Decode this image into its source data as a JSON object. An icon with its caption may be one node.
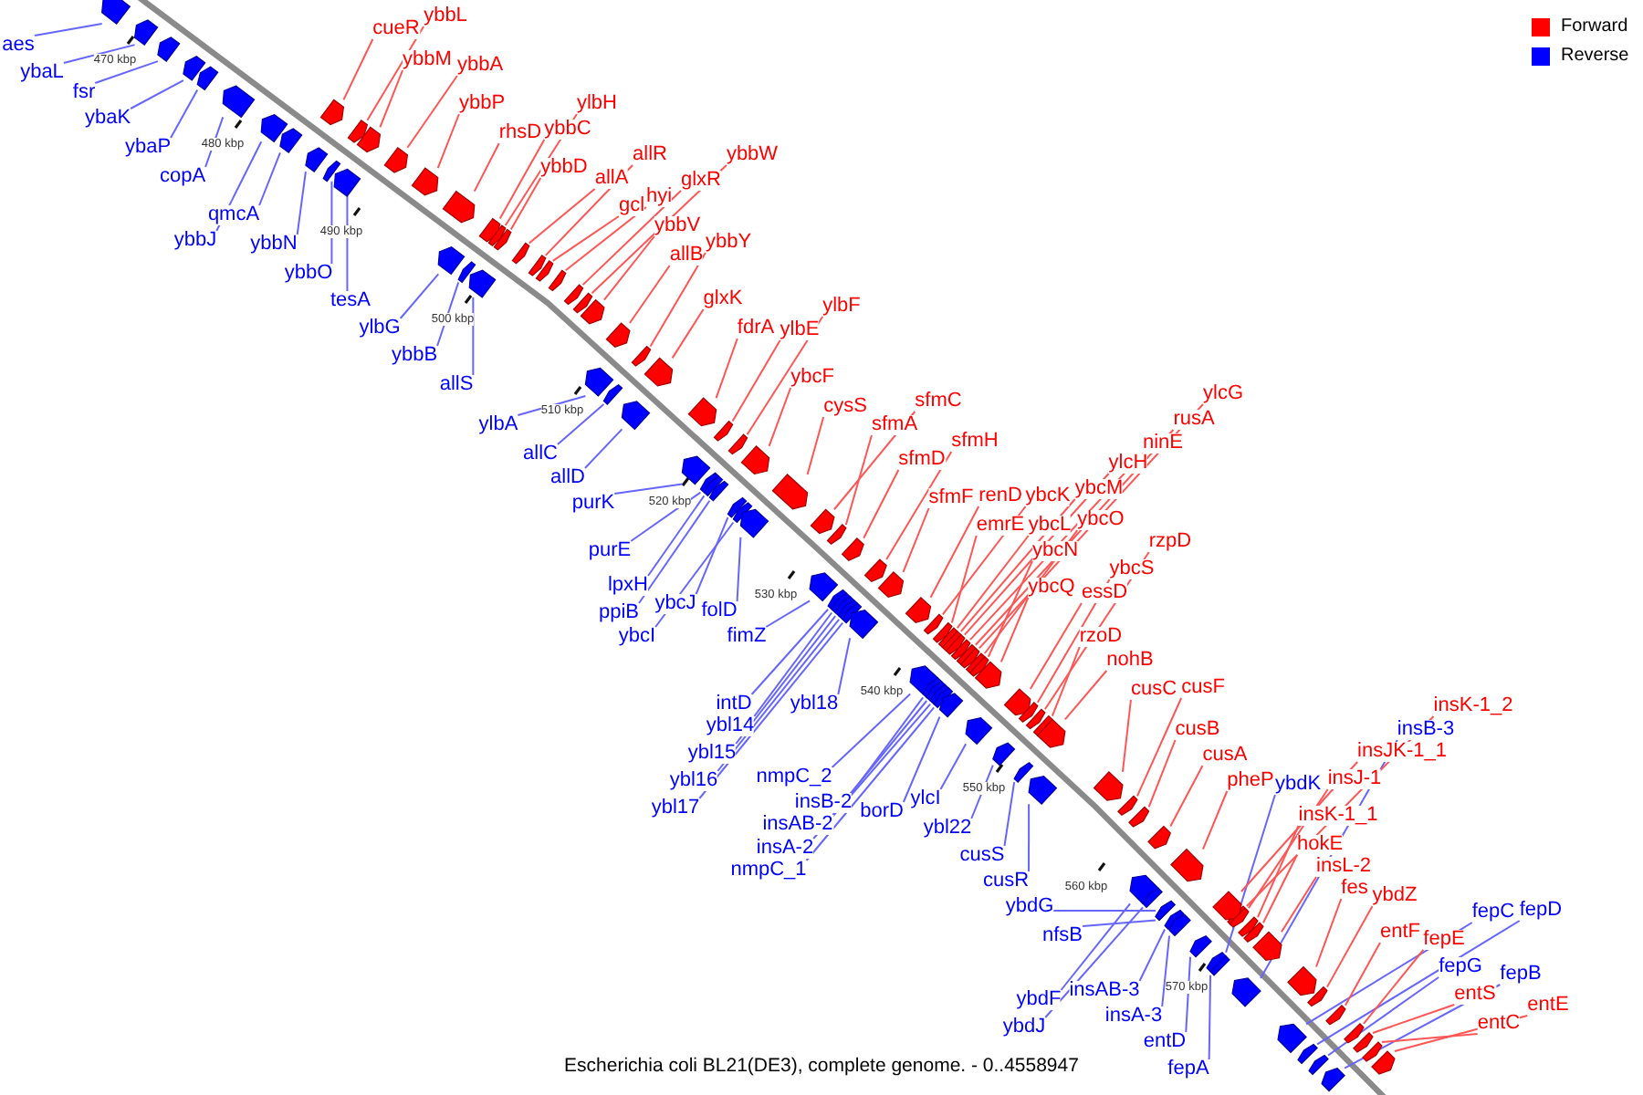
{
  "diagram": {
    "caption": "Escherichia coli BL21(DE3), complete genome. - 0..4558947",
    "nodes": [
      {
        "text": [
          "aes"
        ]
      },
      {
        "text": [
          "ybaL"
        ]
      },
      {
        "text": [
          "fsr"
        ]
      },
      {
        "text": [
          "ybaK"
        ]
      },
      {
        "text": [
          "ybaP"
        ]
      },
      {
        "text": [
          "copA"
        ]
      },
      {
        "text": [
          "qmcA"
        ]
      },
      {
        "text": [
          "ybbJ"
        ]
      },
      {
        "text": [
          "ybbN"
        ]
      },
      {
        "text": [
          "ybbO"
        ]
      },
      {
        "text": [
          "tesA"
        ]
      },
      {
        "text": [
          "ylbG"
        ]
      },
      {
        "text": [
          "ybbB"
        ]
      },
      {
        "text": [
          "allS"
        ]
      },
      {
        "text": [
          "ylbA"
        ]
      },
      {
        "text": [
          "allC"
        ]
      },
      {
        "text": [
          "allD"
        ]
      },
      {
        "text": [
          "purK"
        ]
      },
      {
        "text": [
          "purE"
        ]
      },
      {
        "text": [
          "lpxH"
        ]
      },
      {
        "text": [
          "ppiB"
        ]
      },
      {
        "text": [
          "ybcJ"
        ]
      },
      {
        "text": [
          "ybcI"
        ]
      },
      {
        "text": [
          "folD"
        ]
      },
      {
        "text": [
          "fimZ"
        ]
      },
      {
        "text": [
          "intD"
        ]
      },
      {
        "text": [
          "ybl14"
        ]
      },
      {
        "text": [
          "ybl15"
        ]
      },
      {
        "text": [
          "ybl16"
        ]
      },
      {
        "text": [
          "ybl17"
        ]
      },
      {
        "text": [
          "ybl18"
        ]
      },
      {
        "text": [
          "nmpC_2"
        ]
      },
      {
        "text": [
          "insB-2"
        ]
      },
      {
        "text": [
          "insAB-2"
        ]
      },
      {
        "text": [
          "insA-2"
        ]
      },
      {
        "text": [
          "nmpC_1"
        ]
      },
      {
        "text": [
          "borD"
        ]
      },
      {
        "text": [
          "ylcI"
        ]
      },
      {
        "text": [
          "ybl22"
        ]
      },
      {
        "text": [
          "cusS"
        ]
      },
      {
        "text": [
          "cusR"
        ]
      },
      {
        "text": [
          "ybdG"
        ]
      },
      {
        "text": [
          "nfsB"
        ]
      },
      {
        "text": [
          "ybdF"
        ]
      },
      {
        "text": [
          "ybdJ"
        ]
      },
      {
        "text": [
          "insAB-3"
        ]
      },
      {
        "text": [
          "insA-3"
        ]
      },
      {
        "text": [
          "entD"
        ]
      },
      {
        "text": [
          "fepA"
        ]
      },
      {
        "text": [
          "ybdK"
        ]
      },
      {
        "text": [
          "insB-3"
        ]
      },
      {
        "text": [
          "fepC"
        ]
      },
      {
        "text": [
          "fepD"
        ]
      },
      {
        "text": [
          "fepG"
        ]
      },
      {
        "text": [
          "fepB"
        ]
      },
      {
        "text": [
          "cueR"
        ]
      },
      {
        "text": [
          "ybbL"
        ]
      },
      {
        "text": [
          "ybbM"
        ]
      },
      {
        "text": [
          "ybbA"
        ]
      },
      {
        "text": [
          "ybbP"
        ]
      },
      {
        "text": [
          "rhsD"
        ]
      },
      {
        "text": [
          "ybbC"
        ]
      },
      {
        "text": [
          "ylbH"
        ]
      },
      {
        "text": [
          "ybbD"
        ]
      },
      {
        "text": [
          "allA"
        ]
      },
      {
        "text": [
          "allR"
        ]
      },
      {
        "text": [
          "gcl"
        ]
      },
      {
        "text": [
          "hyi"
        ]
      },
      {
        "text": [
          "glxR"
        ]
      },
      {
        "text": [
          "ybbW"
        ]
      },
      {
        "text": [
          "ybbV"
        ]
      },
      {
        "text": [
          "allB"
        ]
      },
      {
        "text": [
          "ybbY"
        ]
      },
      {
        "text": [
          "glxK"
        ]
      },
      {
        "text": [
          "fdrA"
        ]
      },
      {
        "text": [
          "ylbE"
        ]
      },
      {
        "text": [
          "ylbF"
        ]
      },
      {
        "text": [
          "ybcF"
        ]
      },
      {
        "text": [
          "cysS"
        ]
      },
      {
        "text": [
          "sfmC"
        ]
      },
      {
        "text": [
          "sfmA"
        ]
      },
      {
        "text": [
          "sfmD"
        ]
      },
      {
        "text": [
          "sfmH"
        ]
      },
      {
        "text": [
          "sfmF"
        ]
      },
      {
        "text": [
          "renD"
        ]
      },
      {
        "text": [
          "ybcK"
        ]
      },
      {
        "text": [
          "emrE"
        ]
      },
      {
        "text": [
          "ybcL"
        ]
      },
      {
        "text": [
          "ybcM"
        ]
      },
      {
        "text": [
          "ylcH"
        ]
      },
      {
        "text": [
          "ninE"
        ]
      },
      {
        "text": [
          "rusA"
        ]
      },
      {
        "text": [
          "ylcG"
        ]
      },
      {
        "text": [
          "ybcO"
        ]
      },
      {
        "text": [
          "ybcN"
        ]
      },
      {
        "text": [
          "ybcQ"
        ]
      },
      {
        "text": [
          "essD"
        ]
      },
      {
        "text": [
          "ybcS"
        ]
      },
      {
        "text": [
          "rzpD"
        ]
      },
      {
        "text": [
          "rzoD"
        ]
      },
      {
        "text": [
          "nohB"
        ]
      },
      {
        "text": [
          "cusC"
        ]
      },
      {
        "text": [
          "cusF"
        ]
      },
      {
        "text": [
          "cusB"
        ]
      },
      {
        "text": [
          "cusA"
        ]
      },
      {
        "text": [
          "pheP"
        ]
      },
      {
        "text": [
          "insK-1_2"
        ]
      },
      {
        "text": [
          "insJK-1_1"
        ]
      },
      {
        "text": [
          "insJ-1"
        ]
      },
      {
        "text": [
          "insK-1_1"
        ]
      },
      {
        "text": [
          "hokE"
        ]
      },
      {
        "text": [
          "insL-2"
        ]
      },
      {
        "text": [
          "fes"
        ]
      },
      {
        "text": [
          "ybdZ"
        ]
      },
      {
        "text": [
          "entF"
        ]
      },
      {
        "text": [
          "fepE"
        ]
      },
      {
        "text": [
          "entS"
        ]
      },
      {
        "text": [
          "entC"
        ]
      },
      {
        "text": [
          "entE"
        ]
      },
      {
        "text": [],
        "shape": "arrow"
      },
      {
        "text": [],
        "shape": "arrow"
      },
      {
        "text": [],
        "shape": "arrow"
      },
      {
        "text": [],
        "shape": "arrow"
      },
      {
        "text": [],
        "shape": "arrow"
      },
      {
        "text": [],
        "shape": "arrow"
      },
      {
        "text": [],
        "shape": "arrow"
      },
      {
        "text": [],
        "shape": "arrow"
      },
      {
        "text": [],
        "shape": "arrow"
      },
      {
        "text": [],
        "shape": "arrow"
      },
      {
        "text": [],
        "shape": "arrow"
      },
      {
        "text": [],
        "shape": "arrow"
      },
      {
        "text": [],
        "shape": "arrow"
      },
      {
        "text": [],
        "shape": "arrow"
      },
      {
        "text": [],
        "shape": "arrow"
      },
      {
        "text": [],
        "shape": "arrow"
      },
      {
        "text": [],
        "shape": "arrow"
      },
      {
        "text": [],
        "shape": "arrow"
      },
      {
        "text": [],
        "shape": "arrow"
      },
      {
        "text": [],
        "shape": "arrow"
      },
      {
        "text": [],
        "shape": "arrow"
      },
      {
        "text": [],
        "shape": "arrow"
      },
      {
        "text": [],
        "shape": "arrow"
      },
      {
        "text": [],
        "shape": "arrow"
      },
      {
        "text": [],
        "shape": "arrow"
      },
      {
        "text": [],
        "shape": "arrow"
      },
      {
        "text": [],
        "shape": "arrow"
      },
      {
        "text": [],
        "shape": "arrow"
      },
      {
        "text": [],
        "shape": "arrow"
      },
      {
        "text": [],
        "shape": "arrow"
      },
      {
        "text": [],
        "shape": "arrow"
      },
      {
        "text": [],
        "shape": "arrow"
      },
      {
        "text": [],
        "shape": "arrow"
      },
      {
        "text": [],
        "shape": "arrow"
      },
      {
        "text": [],
        "shape": "arrow"
      },
      {
        "text": [],
        "shape": "arrow"
      },
      {
        "text": [],
        "shape": "arrow"
      },
      {
        "text": [],
        "shape": "arrow"
      },
      {
        "text": [],
        "shape": "arrow"
      },
      {
        "text": [],
        "shape": "arrow"
      },
      {
        "text": [],
        "shape": "arrow"
      },
      {
        "text": [],
        "shape": "arrow"
      },
      {
        "text": [],
        "shape": "arrow"
      },
      {
        "text": [],
        "shape": "arrow"
      },
      {
        "text": [],
        "shape": "arrow"
      },
      {
        "text": [],
        "shape": "arrow"
      },
      {
        "text": [],
        "shape": "arrow"
      },
      {
        "text": [],
        "shape": "arrow"
      },
      {
        "text": [],
        "shape": "arrow"
      },
      {
        "text": [],
        "shape": "arrow"
      },
      {
        "text": [],
        "shape": "arrow"
      },
      {
        "text": [],
        "shape": "arrow"
      },
      {
        "text": [],
        "shape": "arrow"
      },
      {
        "text": [],
        "shape": "arrow"
      },
      {
        "text": [],
        "shape": "arrow"
      },
      {
        "text": [],
        "shape": "arrow"
      },
      {
        "text": [],
        "shape": "arrow"
      },
      {
        "text": [],
        "shape": "arrow"
      },
      {
        "text": [],
        "shape": "arrow"
      },
      {
        "text": [],
        "shape": "arrow"
      },
      {
        "text": [],
        "shape": "arrow"
      },
      {
        "text": [],
        "shape": "arrow"
      },
      {
        "text": [],
        "shape": "arrow"
      },
      {
        "text": [],
        "shape": "arrow"
      },
      {
        "text": [],
        "shape": "arrow"
      },
      {
        "text": [],
        "shape": "arrow"
      },
      {
        "text": [],
        "shape": "arrow"
      },
      {
        "text": [],
        "shape": "arrow"
      },
      {
        "text": [],
        "shape": "arrow"
      },
      {
        "text": [],
        "shape": "arrow"
      },
      {
        "text": [],
        "shape": "arrow"
      },
      {
        "text": [],
        "shape": "arrow"
      },
      {
        "text": [],
        "shape": "arrow"
      },
      {
        "text": [],
        "shape": "arrow"
      },
      {
        "text": [],
        "shape": "arrow"
      },
      {
        "text": [],
        "shape": "arrow"
      },
      {
        "text": [],
        "shape": "arrow"
      },
      {
        "text": [],
        "shape": "arrow"
      },
      {
        "text": [],
        "shape": "arrow"
      },
      {
        "text": [],
        "shape": "arrow"
      },
      {
        "text": [],
        "shape": "arrow"
      },
      {
        "text": [],
        "shape": "arrow"
      },
      {
        "text": [],
        "shape": "arrow"
      },
      {
        "text": [],
        "shape": "arrow"
      },
      {
        "text": [],
        "shape": "arrow"
      },
      {
        "text": [],
        "shape": "arrow"
      },
      {
        "text": [],
        "shape": "arrow"
      },
      {
        "text": [],
        "shape": "arrow"
      },
      {
        "text": [],
        "shape": "arrow"
      },
      {
        "text": [],
        "shape": "arrow"
      },
      {
        "text": [],
        "shape": "arrow"
      },
      {
        "text": [],
        "shape": "arrow"
      },
      {
        "text": [],
        "shape": "arrow"
      },
      {
        "text": [],
        "shape": "arrow"
      },
      {
        "text": [],
        "shape": "arrow"
      },
      {
        "text": [],
        "shape": "arrow"
      },
      {
        "text": [],
        "shape": "arrow"
      },
      {
        "text": [],
        "shape": "arrow"
      },
      {
        "text": [],
        "shape": "arrow"
      },
      {
        "text": [],
        "shape": "arrow"
      },
      {
        "text": [],
        "shape": "arrow"
      },
      {
        "text": [],
        "shape": "arrow"
      },
      {
        "text": [],
        "shape": "arrow"
      },
      {
        "text": [],
        "shape": "arrow"
      },
      {
        "text": [],
        "shape": "arrow"
      },
      {
        "text": [],
        "shape": "arrow"
      },
      {
        "text": [],
        "shape": "arrow"
      },
      {
        "text": [],
        "shape": "arrow"
      },
      {
        "text": [],
        "shape": "arrow"
      },
      {
        "text": [],
        "shape": "arrow"
      },
      {
        "text": [],
        "shape": "arrow"
      },
      {
        "text": [],
        "shape": "arrow"
      },
      {
        "text": [],
        "shape": "arrow"
      },
      {
        "text": [],
        "shape": "arrow"
      },
      {
        "text": [],
        "shape": "arrow"
      },
      {
        "text": [],
        "shape": "arrow"
      },
      {
        "text": [],
        "shape": "arrow"
      },
      {
        "text": [],
        "shape": "arrow"
      },
      {
        "text": [],
        "shape": "arrow"
      }
    ],
    "edges": [
      {
        "from": 0,
        "to": 119,
        "arrow": "none",
        "color": "#6666ff"
      },
      {
        "from": 1,
        "to": 120,
        "arrow": "none",
        "color": "#6666ff"
      },
      {
        "from": 2,
        "to": 121,
        "arrow": "none",
        "color": "#6666ff"
      },
      {
        "from": 3,
        "to": 122,
        "arrow": "none",
        "color": "#6666ff"
      },
      {
        "from": 4,
        "to": 123,
        "arrow": "none",
        "color": "#6666ff"
      },
      {
        "from": 5,
        "to": 124,
        "arrow": "none",
        "color": "#6666ff"
      },
      {
        "from": 6,
        "to": 125,
        "arrow": "none",
        "color": "#6666ff"
      },
      {
        "from": 7,
        "to": 126,
        "arrow": "none",
        "color": "#6666ff"
      },
      {
        "from": 8,
        "to": 127,
        "arrow": "none",
        "color": "#6666ff"
      },
      {
        "from": 9,
        "to": 128,
        "arrow": "none",
        "color": "#6666ff"
      },
      {
        "from": 10,
        "to": 129,
        "arrow": "none",
        "color": "#6666ff"
      },
      {
        "from": 11,
        "to": 130,
        "arrow": "none",
        "color": "#6666ff"
      },
      {
        "from": 12,
        "to": 131,
        "arrow": "none",
        "color": "#6666ff"
      },
      {
        "from": 13,
        "to": 132,
        "arrow": "none",
        "color": "#6666ff"
      },
      {
        "from": 14,
        "to": 133,
        "arrow": "none",
        "color": "#6666ff"
      },
      {
        "from": 15,
        "to": 134,
        "arrow": "none",
        "color": "#6666ff"
      },
      {
        "from": 16,
        "to": 135,
        "arrow": "none",
        "color": "#6666ff"
      },
      {
        "from": 17,
        "to": 136,
        "arrow": "none",
        "color": "#6666ff"
      },
      {
        "from": 18,
        "to": 137,
        "arrow": "none",
        "color": "#6666ff"
      },
      {
        "from": 19,
        "to": 138,
        "arrow": "none",
        "color": "#6666ff"
      },
      {
        "from": 20,
        "to": 139,
        "arrow": "none",
        "color": "#6666ff"
      },
      {
        "from": 21,
        "to": 140,
        "arrow": "none",
        "color": "#6666ff"
      },
      {
        "from": 22,
        "to": 141,
        "arrow": "none",
        "color": "#6666ff"
      },
      {
        "from": 23,
        "to": 142,
        "arrow": "none",
        "color": "#6666ff"
      },
      {
        "from": 24,
        "to": 143,
        "arrow": "none",
        "color": "#6666ff"
      },
      {
        "from": 25,
        "to": 144,
        "arrow": "none",
        "color": "#6666ff"
      },
      {
        "from": 26,
        "to": 145,
        "arrow": "none",
        "color": "#6666ff"
      },
      {
        "from": 27,
        "to": 146,
        "arrow": "none",
        "color": "#6666ff"
      },
      {
        "from": 28,
        "to": 147,
        "arrow": "none",
        "color": "#6666ff"
      },
      {
        "from": 29,
        "to": 148,
        "arrow": "none",
        "color": "#6666ff"
      },
      {
        "from": 30,
        "to": 149,
        "arrow": "none",
        "color": "#6666ff"
      },
      {
        "from": 31,
        "to": 150,
        "arrow": "none",
        "color": "#6666ff"
      },
      {
        "from": 32,
        "to": 151,
        "arrow": "none",
        "color": "#6666ff"
      },
      {
        "from": 33,
        "to": 152,
        "arrow": "none",
        "color": "#6666ff"
      },
      {
        "from": 34,
        "to": 153,
        "arrow": "none",
        "color": "#6666ff"
      },
      {
        "from": 35,
        "to": 154,
        "arrow": "none",
        "color": "#6666ff"
      },
      {
        "from": 36,
        "to": 155,
        "arrow": "none",
        "color": "#6666ff"
      },
      {
        "from": 37,
        "to": 156,
        "arrow": "none",
        "color": "#6666ff"
      },
      {
        "from": 38,
        "to": 157,
        "arrow": "none",
        "color": "#6666ff"
      },
      {
        "from": 39,
        "to": 158,
        "arrow": "none",
        "color": "#6666ff"
      },
      {
        "from": 40,
        "to": 159,
        "arrow": "none",
        "color": "#6666ff"
      },
      {
        "from": 41,
        "to": 160,
        "arrow": "none",
        "color": "#6666ff"
      },
      {
        "from": 42,
        "to": 161,
        "arrow": "none",
        "color": "#6666ff"
      },
      {
        "from": 43,
        "to": 162,
        "arrow": "none",
        "color": "#6666ff"
      },
      {
        "from": 44,
        "to": 163,
        "arrow": "none",
        "color": "#6666ff"
      },
      {
        "from": 45,
        "to": 164,
        "arrow": "none",
        "color": "#6666ff"
      },
      {
        "from": 46,
        "to": 165,
        "arrow": "none",
        "color": "#6666ff"
      },
      {
        "from": 47,
        "to": 166,
        "arrow": "none",
        "color": "#6666ff"
      },
      {
        "from": 48,
        "to": 167,
        "arrow": "none",
        "color": "#6666ff"
      },
      {
        "from": 49,
        "to": 168,
        "arrow": "none",
        "color": "#6666ff"
      },
      {
        "from": 50,
        "to": 169,
        "arrow": "none",
        "color": "#6666ff"
      },
      {
        "from": 51,
        "to": 170,
        "arrow": "none",
        "color": "#6666ff"
      },
      {
        "from": 52,
        "to": 171,
        "arrow": "none",
        "color": "#6666ff"
      },
      {
        "from": 53,
        "to": 172,
        "arrow": "none",
        "color": "#6666ff"
      },
      {
        "from": 54,
        "to": 173,
        "arrow": "none",
        "color": "#6666ff"
      },
      {
        "from": 55,
        "to": 174,
        "arrow": "none"
      },
      {
        "from": 56,
        "to": 175,
        "arrow": "none"
      },
      {
        "from": 57,
        "to": 176,
        "arrow": "none"
      },
      {
        "from": 58,
        "to": 177,
        "arrow": "none"
      },
      {
        "from": 59,
        "to": 178,
        "arrow": "none"
      },
      {
        "from": 60,
        "to": 179,
        "arrow": "none"
      },
      {
        "from": 61,
        "to": 180,
        "arrow": "none"
      },
      {
        "from": 62,
        "to": 181,
        "arrow": "none"
      },
      {
        "from": 63,
        "to": 182,
        "arrow": "none"
      },
      {
        "from": 64,
        "to": 183,
        "arrow": "none"
      },
      {
        "from": 65,
        "to": 184,
        "arrow": "none"
      },
      {
        "from": 66,
        "to": 185,
        "arrow": "none"
      },
      {
        "from": 67,
        "to": 186,
        "arrow": "none"
      },
      {
        "from": 68,
        "to": 187,
        "arrow": "none"
      },
      {
        "from": 69,
        "to": 188,
        "arrow": "none"
      },
      {
        "from": 70,
        "to": 189,
        "arrow": "none"
      },
      {
        "from": 71,
        "to": 190,
        "arrow": "none"
      },
      {
        "from": 72,
        "to": 191,
        "arrow": "none"
      },
      {
        "from": 73,
        "to": 192,
        "arrow": "none"
      },
      {
        "from": 74,
        "to": 193,
        "arrow": "none"
      },
      {
        "from": 75,
        "to": 194,
        "arrow": "none"
      },
      {
        "from": 76,
        "to": 195,
        "arrow": "none"
      },
      {
        "from": 77,
        "to": 196,
        "arrow": "none"
      },
      {
        "from": 78,
        "to": 197,
        "arrow": "none"
      },
      {
        "from": 79,
        "to": 198,
        "arrow": "none"
      },
      {
        "from": 80,
        "to": 199,
        "arrow": "none"
      },
      {
        "from": 81,
        "to": 200,
        "arrow": "none"
      },
      {
        "from": 82,
        "to": 201,
        "arrow": "none"
      },
      {
        "from": 83,
        "to": 202,
        "arrow": "none"
      },
      {
        "from": 84,
        "to": 203,
        "arrow": "none"
      },
      {
        "from": 85,
        "to": 204,
        "arrow": "none"
      },
      {
        "from": 86,
        "to": 205,
        "arrow": "none"
      },
      {
        "from": 87,
        "to": 206,
        "arrow": "none"
      },
      {
        "from": 88,
        "to": 207,
        "arrow": "none"
      },
      {
        "from": 89,
        "to": 208,
        "arrow": "none"
      },
      {
        "from": 90,
        "to": 209,
        "arrow": "none"
      },
      {
        "from": 91,
        "to": 210,
        "arrow": "none"
      },
      {
        "from": 92,
        "to": 211,
        "arrow": "none"
      },
      {
        "from": 93,
        "to": 212,
        "arrow": "none"
      },
      {
        "from": 94,
        "to": 213,
        "arrow": "none"
      },
      {
        "from": 95,
        "to": 214,
        "arrow": "none"
      },
      {
        "from": 96,
        "to": 215,
        "arrow": "none"
      },
      {
        "from": 97,
        "to": 216,
        "arrow": "none"
      },
      {
        "from": 98,
        "to": 217,
        "arrow": "none"
      },
      {
        "from": 99,
        "to": 218,
        "arrow": "none"
      },
      {
        "from": 100,
        "to": 219,
        "arrow": "none"
      },
      {
        "from": 101,
        "to": 220,
        "arrow": "none"
      },
      {
        "from": 102,
        "to": 221,
        "arrow": "none"
      },
      {
        "from": 103,
        "to": 222,
        "arrow": "none"
      },
      {
        "from": 104,
        "to": 223,
        "arrow": "none"
      },
      {
        "from": 105,
        "to": 224,
        "arrow": "none"
      },
      {
        "from": 106,
        "to": 225,
        "arrow": "none"
      },
      {
        "from": 107,
        "to": 226,
        "arrow": "none"
      },
      {
        "from": 108,
        "to": 227,
        "arrow": "none"
      },
      {
        "from": 109,
        "to": 228,
        "arrow": "none"
      },
      {
        "from": 110,
        "to": 229,
        "arrow": "none"
      },
      {
        "from": 111,
        "to": 230,
        "arrow": "none"
      },
      {
        "from": 112,
        "to": 231,
        "arrow": "none"
      },
      {
        "from": 113,
        "to": 232,
        "arrow": "none"
      },
      {
        "from": 114,
        "to": 233,
        "arrow": "none"
      },
      {
        "from": 115,
        "to": 234,
        "arrow": "none"
      },
      {
        "from": 116,
        "to": 235,
        "arrow": "none"
      },
      {
        "from": 117,
        "to": 236,
        "arrow": "none"
      },
      {
        "from": 118,
        "to": 237,
        "arrow": "none"
      }
    ],
    "labels": [
      "470 kbp",
      "480 kbp",
      "490 kbp",
      "500 kbp",
      "510 kbp",
      "520 kbp",
      "530 kbp",
      "540 kbp",
      "550 kbp",
      "560 kbp",
      "570 kbp"
    ],
    "legend": [
      {
        "text": "Forward",
        "color": "#ff0000"
      },
      {
        "text": "Reverse",
        "color": "#0000ff"
      }
    ]
  }
}
